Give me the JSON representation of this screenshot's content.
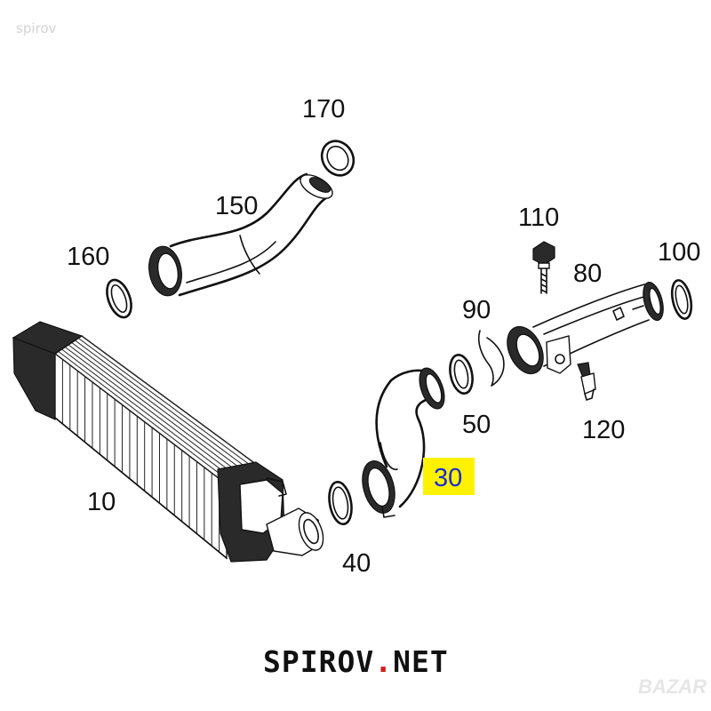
{
  "watermark_top": "spirov",
  "callouts": {
    "p10": "10",
    "p30": "30",
    "p40": "40",
    "p50": "50",
    "p80": "80",
    "p90": "90",
    "p100": "100",
    "p110": "110",
    "p120": "120",
    "p150": "150",
    "p160": "160",
    "p170": "170"
  },
  "highlight": {
    "part": "30",
    "color": "#fff200",
    "text_color": "#1a2bd6"
  },
  "brand": {
    "left": "SPIROV",
    "dot": ".",
    "right": "NET"
  },
  "watermark_corner": "BAZAR"
}
